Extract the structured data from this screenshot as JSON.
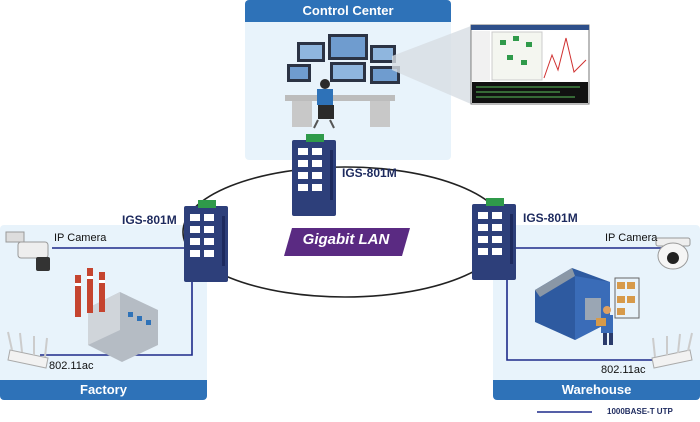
{
  "control_center": {
    "title": "Control Center"
  },
  "ring": {
    "label": "Gigabit LAN"
  },
  "switches": {
    "top": "IGS-801M",
    "left": "IGS-801M",
    "right": "IGS-801M"
  },
  "factory": {
    "title": "Factory",
    "camera_label": "IP Camera",
    "ap_label": "802.11ac"
  },
  "warehouse": {
    "title": "Warehouse",
    "camera_label": "IP Camera",
    "ap_label": "802.11ac"
  },
  "legend": {
    "label": "1000BASE-T UTP"
  },
  "colors": {
    "header_blue": "#2e72b8",
    "panel_bg": "#e8f3fb",
    "cable": "#1d2a8a",
    "lan_badge": "#5a2a82",
    "switch_body": "#2d3f7a",
    "switch_port_green": "#2f9a4a"
  }
}
